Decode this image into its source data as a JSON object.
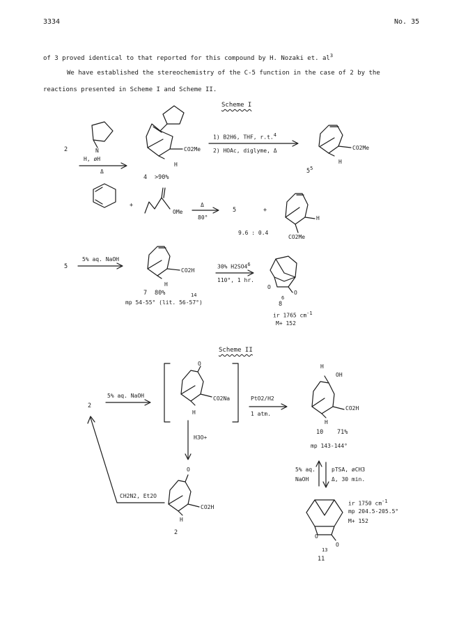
{
  "page": {
    "number": "3334",
    "issue": "No. 35"
  },
  "para": {
    "line1": "of 3 proved identical to that reported for this compound by H. Nozaki et. al",
    "line1_ref": "3",
    "line2": "We have established the stereochemistry of the C-5 function in the case of 2 by the",
    "line3": "reactions presented in Scheme I and Scheme II."
  },
  "scheme1": {
    "title": "Scheme I",
    "r1_start": "2",
    "r1_reagent_n": "N",
    "r1_reagent_h": "H,  øH",
    "r1_reagent_delta": "Δ",
    "p4_sub": "CO2Me",
    "p4_h": "H",
    "p4_label": "4",
    "p4_yield": ">90%",
    "r2_cond1": "1) B2H6, THF, r.t.",
    "r2_cond1_ref": "4",
    "r2_cond2": "2) HOAc, diglyme, Δ",
    "p5_sub": "CO2Me",
    "p5_h": "H",
    "p5_label": "5",
    "p5_ref": "5",
    "da_plus1": "+",
    "da_ome": "OMe",
    "da_delta": "Δ",
    "da_temp": "80°",
    "da_prod": "5",
    "da_plus2": "+",
    "da_ratio": "9.6 : 0.4",
    "da_iso_h": "H",
    "da_iso_sub": "CO2Me",
    "r3_start": "5",
    "r3_reagent": "5% aq. NaOH",
    "p7_sub": "CO2H",
    "p7_h": "H",
    "p7_label": "7",
    "p7_yield": "80%",
    "p7_mp": "mp   54-55° (lit.   56-57°)",
    "p7_mp_ref": "14",
    "r4_reagent1": "30% H2SO4",
    "r4_reagent1_ref": "6",
    "r4_reagent2": "110°, 1 hr.",
    "p8_o1": "O",
    "p8_o2": "O",
    "p8_label": "8",
    "p8_ref": "6",
    "p8_ir": "ir 1765 cm",
    "p8_ir_exp": "-1",
    "p8_ms": "M+  152"
  },
  "scheme2": {
    "title": "Scheme II",
    "start": "2",
    "reagent1": "5% aq. NaOH",
    "int_o": "O",
    "int_sub": "CO2Na",
    "int_h": "H",
    "reagent2a": "PtO2/H2",
    "reagent2b": "1 atm.",
    "p10_h": "H",
    "p10_oh": "OH",
    "p10_sub": "CO2H",
    "p10_h2": "H",
    "p10_label": "10",
    "p10_yield": "71%",
    "p10_mp": "mp  143-144°",
    "down_reagent": "H3O+",
    "p9_o": "O",
    "p9_sub": "CO2H",
    "p9_h": "H",
    "p9_label": "2",
    "back_reagent": "CH2N2, Et2O",
    "eq_left1": "5% aq.",
    "eq_left2": "NaOH",
    "eq_right1": "pTSA, øCH3",
    "eq_right2": "Δ, 30 min.",
    "p11_ir": "ir  1750 cm",
    "p11_ir_exp": "-1",
    "p11_mp": "mp  204.5-205.5°",
    "p11_ms": "M+  152",
    "p11_o1": "O",
    "p11_o2": "O",
    "p11_ref": "13",
    "p11_label": "11"
  }
}
